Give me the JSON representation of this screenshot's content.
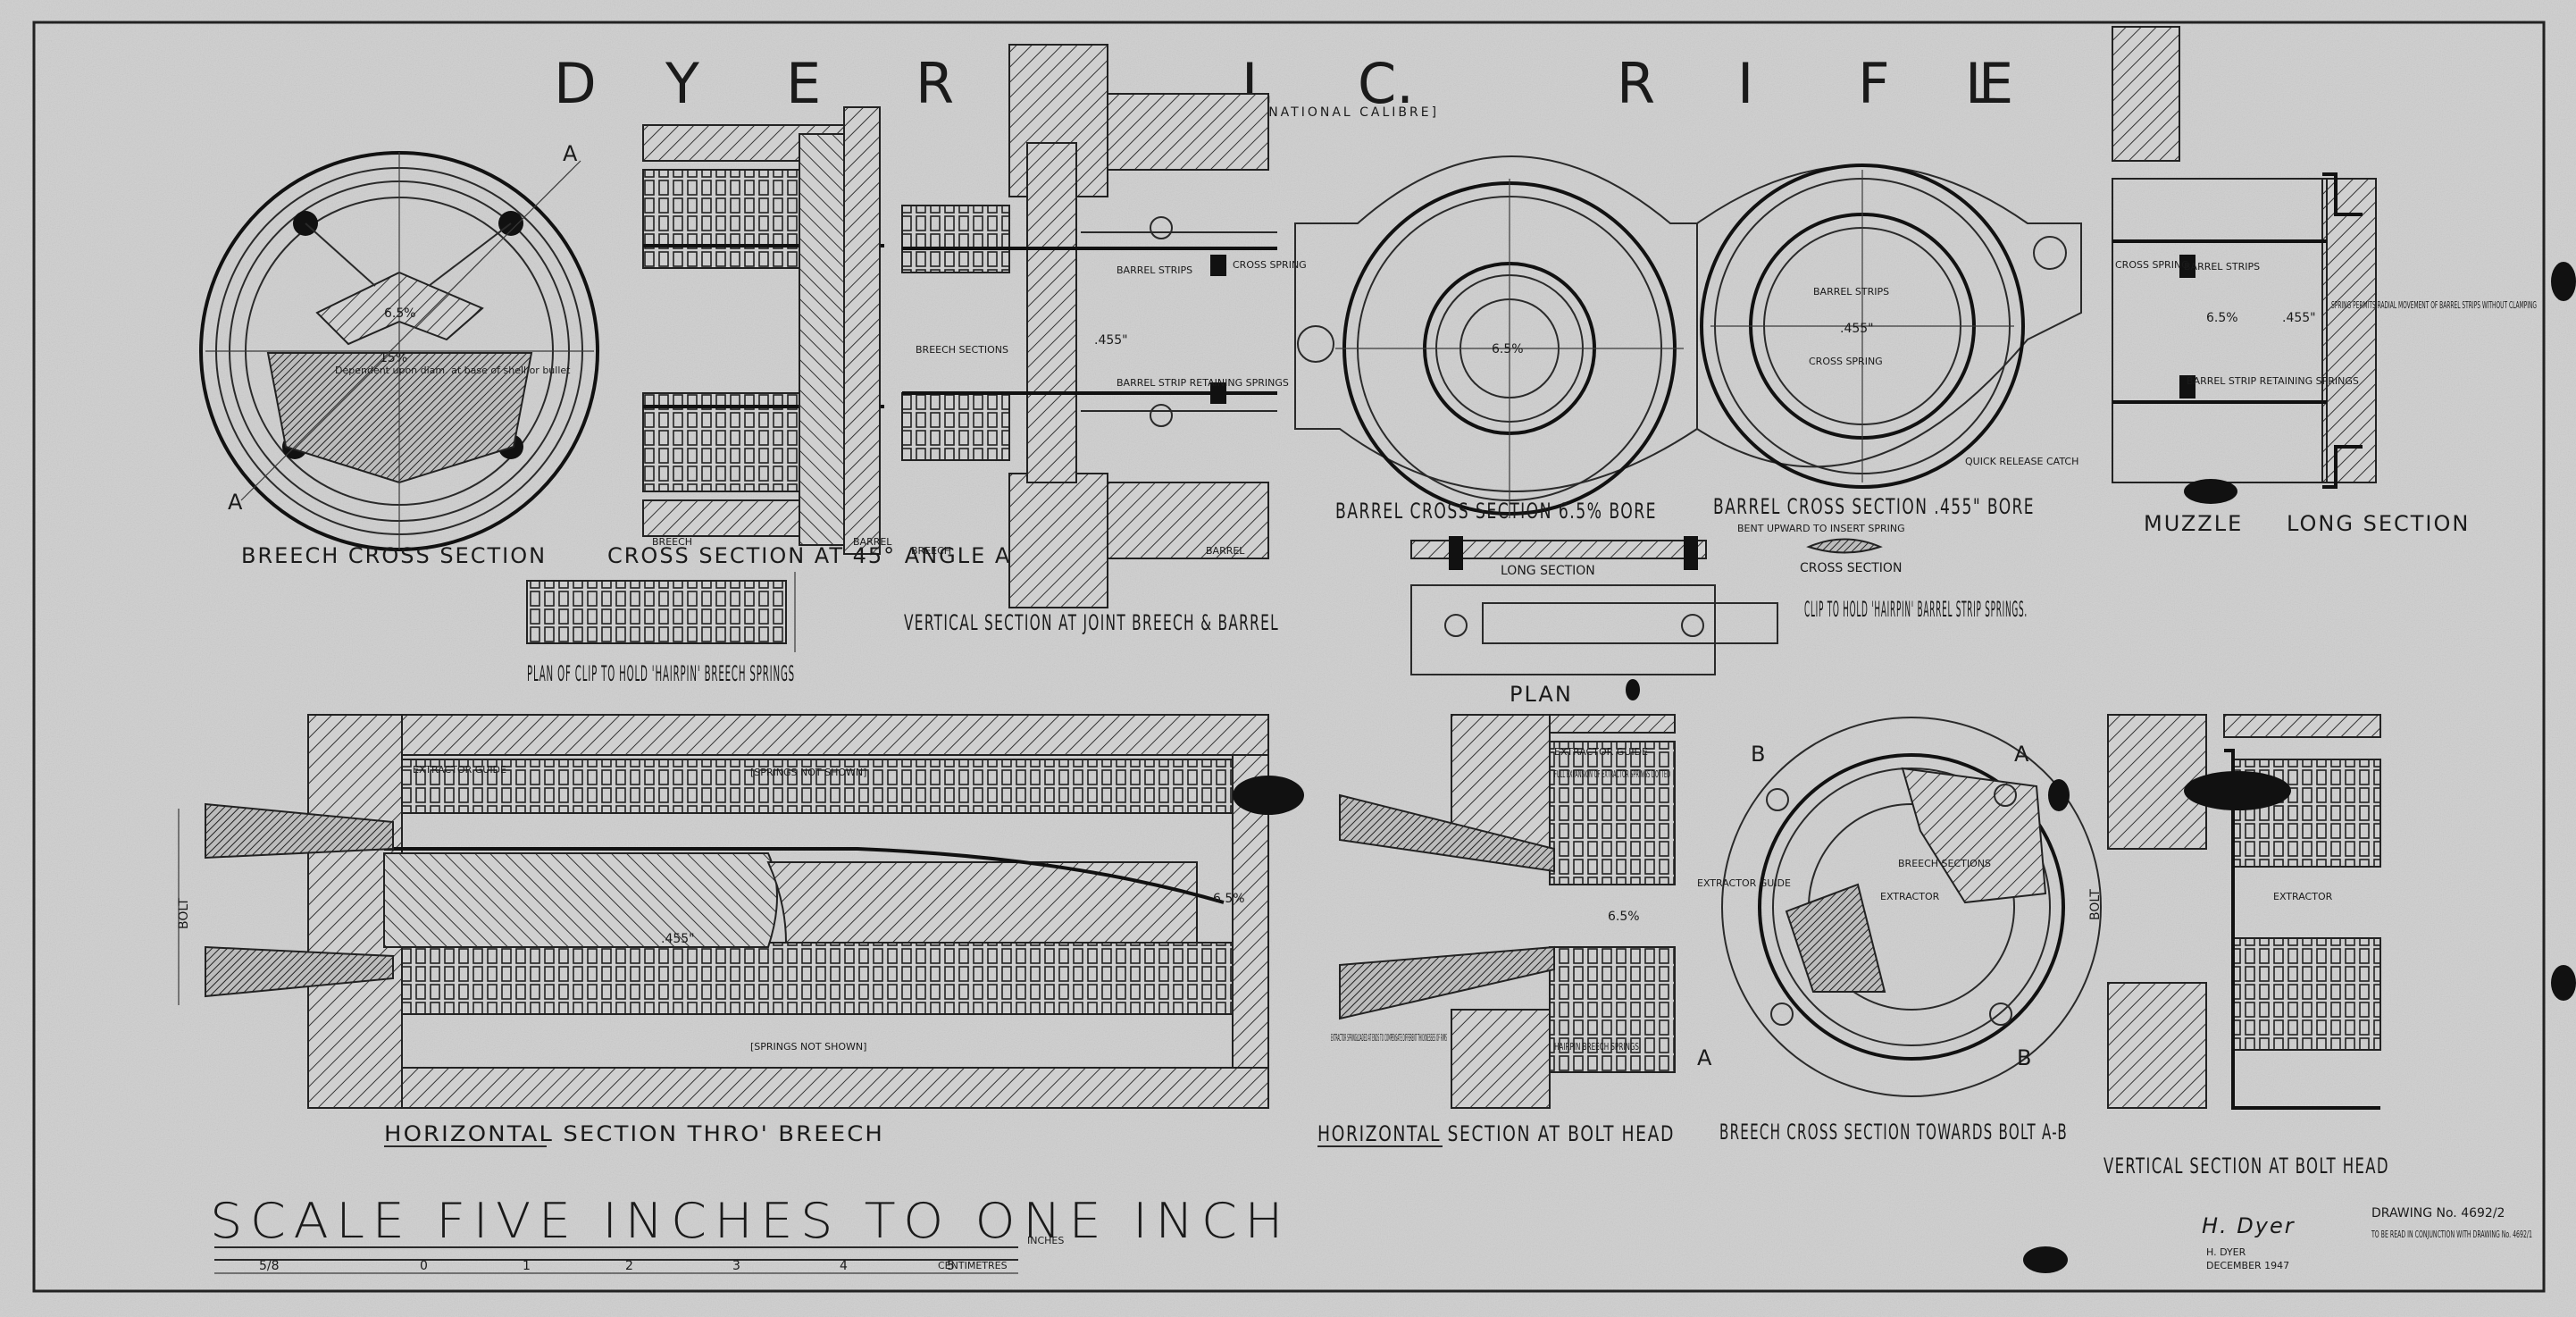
{
  "title": {
    "letters": [
      "D",
      "Y",
      "E",
      "R",
      "I.",
      "C.",
      "R",
      "I",
      "F",
      "L",
      "E"
    ],
    "subtitle": "[INTERNATIONAL   CALIBRE]"
  },
  "captions": {
    "breech_cross_section": "BREECH CROSS SECTION",
    "cross_section_45": "CROSS SECTION AT 45° ANGLE A-A",
    "vertical_section_joint": "VERTICAL SECTION AT JOINT BREECH & BARREL",
    "barrel_cross_section_65": "BARREL CROSS SECTION  6.5% BORE",
    "barrel_cross_section_455": "BARREL CROSS SECTION .455\" BORE",
    "muzzle": "MUZZLE",
    "long_section": "LONG SECTION",
    "plan_of_clip": "PLAN OF CLIP TO HOLD 'HAIRPIN' BREECH SPRINGS",
    "long_section_clip": "LONG   SECTION",
    "plan": "PLAN",
    "cross_section_small": "CROSS SECTION",
    "clip_to_hold": "CLIP TO HOLD 'HAIRPIN' BARREL STRIP SPRINGS.",
    "horizontal_thro_breech": "HORIZONTAL SECTION THRO' BREECH",
    "horizontal_bolt_head": "HORIZONTAL SECTION AT BOLT HEAD",
    "breech_towards_bolt": "BREECH CROSS SECTION TOWARDS BOLT A-B",
    "vertical_bolt_head": "VERTICAL SECTION AT BOLT HEAD"
  },
  "labels": {
    "barrel_strips": "BARREL STRIPS",
    "cross_spring": "CROSS SPRING",
    "spring_permits": "SPRING PERMITS RADIAL MOVEMENT OF BARREL STRIPS WITHOUT CLAMPING",
    "breech_sections": "BREECH SECTIONS",
    "barrel_strip_springs": "BARREL STRIP RETAINING SPRINGS",
    "quick_release": "QUICK RELEASE CATCH",
    "extractor_guide": "EXTRACTOR GUIDE",
    "springs_not_shown": "[SPRINGS NOT SHOWN]",
    "full_expansion": "FULL EXPANSION OF EXTRACTOR SPRINGS DOTTED",
    "extractor": "EXTRACTOR",
    "extractor_springloaded": "EXTRACTOR SPRINGLOADED AT ENDS TO COMPENSATE DIFFERENT THICKNESSES OF RIMS",
    "hairpin": "HAIRPIN BREECH SPRINGS",
    "bolt": "BOLT",
    "breech": "BREECH",
    "barrel": "BARREL",
    "dim_65": "6.5%",
    "dim_455": ".455\"",
    "dim_15": "15%",
    "dependent": "Dependent upon diam. at base of shell or bullet",
    "bent_upward": "BENT UPWARD TO INSERT SPRING",
    "a": "A",
    "b": "B",
    "bore": "BORE"
  },
  "scale": {
    "text": "SCALE FIVE INCHES TO ONE INCH",
    "units_inches": "INCHES",
    "units_cm": "CENTIMETRES",
    "ticks": [
      "5/8",
      "0",
      "1",
      "2",
      "3",
      "4",
      "5"
    ]
  },
  "drawing_info": {
    "drawing_no": "DRAWING No. 4692/2",
    "note": "TO BE READ IN CONJUNCTION WITH DRAWING No. 4692/1",
    "signature": "H. Dyer",
    "signer": "H. DYER",
    "date": "DECEMBER 1947"
  }
}
